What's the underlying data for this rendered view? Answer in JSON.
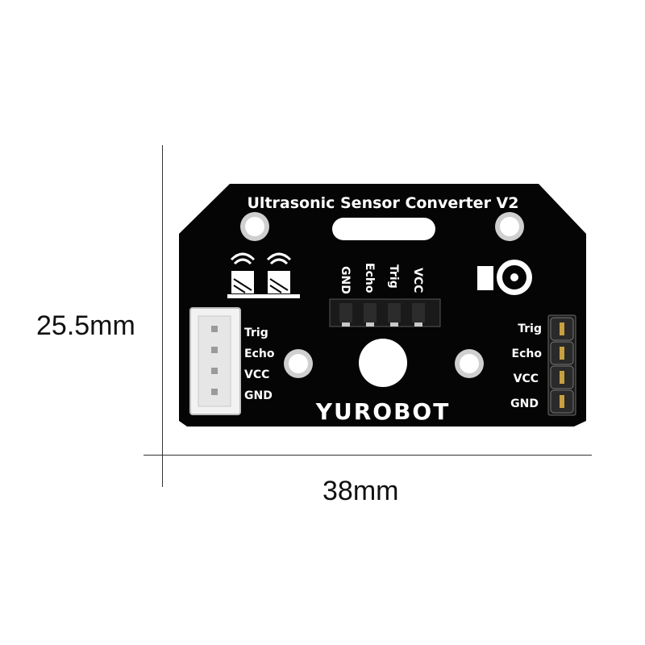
{
  "dimensions": {
    "height": "25.5mm",
    "width": "38mm"
  },
  "board": {
    "title": "Ultrasonic Sensor Converter V2",
    "brand": "YUROBOT",
    "colors": {
      "pcb": "#050505",
      "silkscreen": "#ffffff",
      "pads": "#d9d9d9"
    },
    "left_pins": [
      "Trig",
      "Echo",
      "VCC",
      "GND"
    ],
    "center_pins": [
      "GND",
      "Echo",
      "Trig",
      "VCC"
    ],
    "right_pins": [
      "Trig",
      "Echo",
      "VCC",
      "GND"
    ]
  }
}
